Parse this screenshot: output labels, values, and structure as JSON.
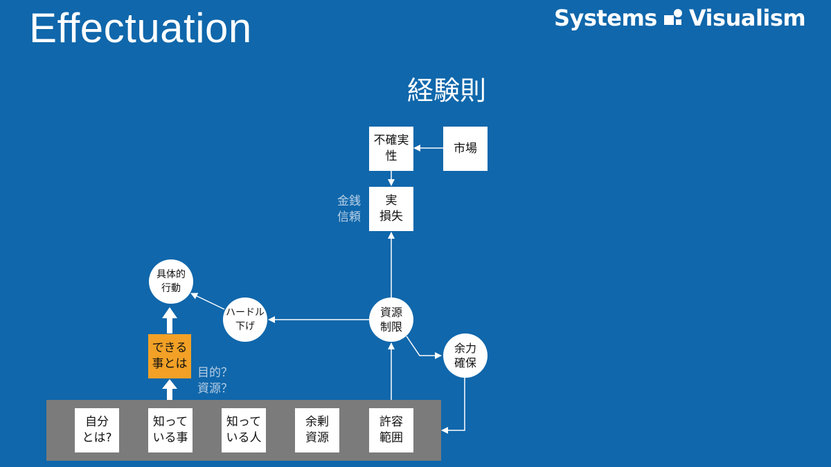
{
  "slide": {
    "title": "Effectuation",
    "brand": "Systems",
    "brand_suffix": "Visualism",
    "heading": "経験則"
  },
  "nodes": {
    "uncertainty": "不確実\n性",
    "market": "市場",
    "actual_loss": "実\n損失",
    "loss_note": "金銭\n信頼",
    "concrete_action": "具体的\n行動",
    "lower_hurdle": "ハードル\n下げ",
    "resource_limit": "資源\n制限",
    "secure_margin": "余力\n確保",
    "what_can_do": "できる\n事とは",
    "purpose_note": "目的？\n資源？"
  },
  "means": [
    "自分\nとは?",
    "知って\nいる事",
    "知って\nいる人",
    "余剰\n資源",
    "許容\n範囲"
  ],
  "colors": {
    "background": "#1067ab",
    "node": "#ffffff",
    "highlight": "#f2a126",
    "tray": "#7b7b7b",
    "note": "#b7cfe6"
  }
}
